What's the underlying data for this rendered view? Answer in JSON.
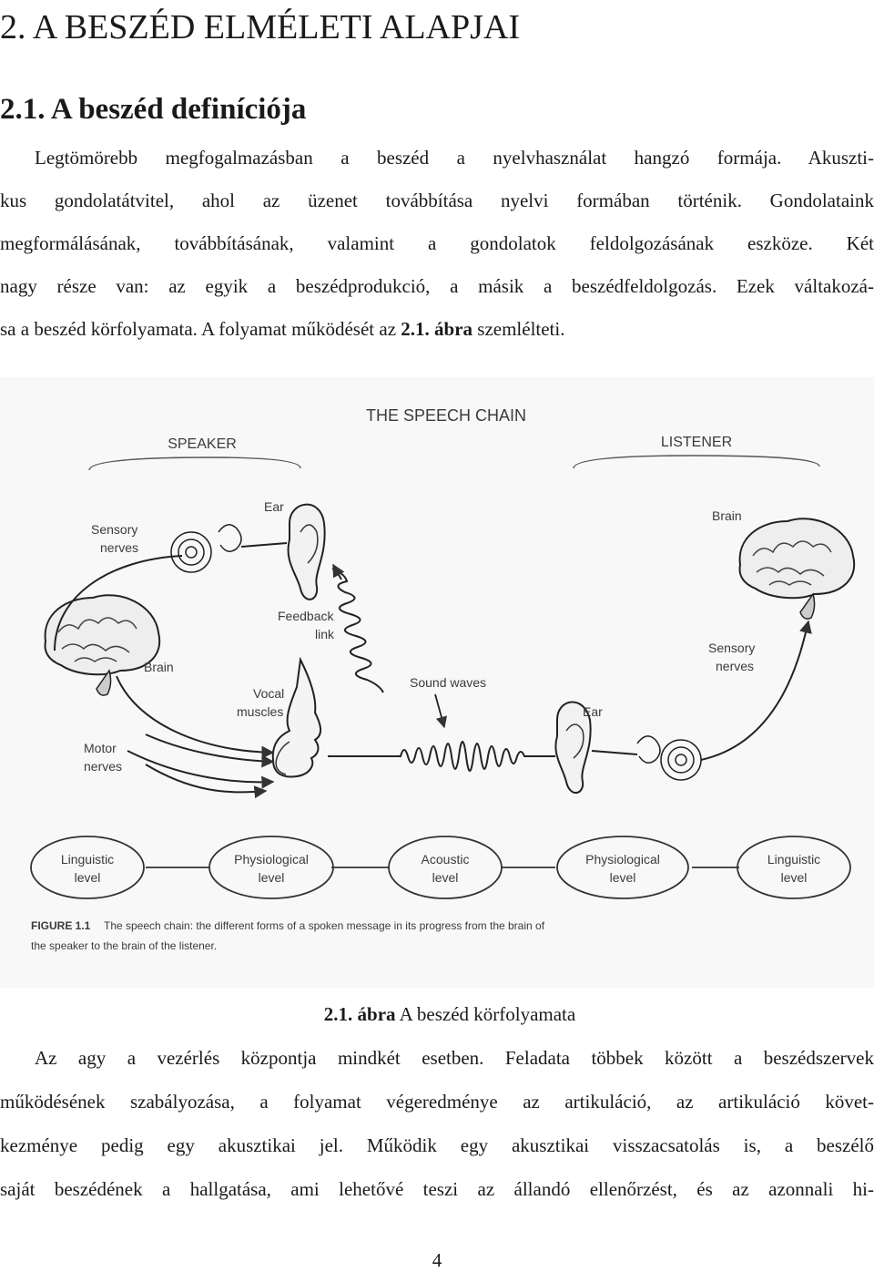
{
  "heading1": "2. A BESZÉD ELMÉLETI ALAPJAI",
  "heading2": "2.1. A beszéd definíciója",
  "para1_lines": [
    "Legtömörebb megfogalmazásban a beszéd a nyelvhasználat hangzó formája. Akuszti-",
    "kus gondolatátvitel, ahol az üzenet továbbítása nyelvi formában történik. Gondolataink",
    "megformálásának, továbbításának, valamint a gondolatok feldolgozásának eszköze. Két",
    "nagy része van: az egyik a beszédprodukció, a másik a beszédfeldolgozás. Ezek váltakozá-"
  ],
  "para1_last": {
    "pre": "sa a beszéd körfolyamata. A folyamat működését az ",
    "bold": "2.1. ábra",
    "post": " szemlélteti."
  },
  "figure": {
    "title": "THE SPEECH CHAIN",
    "speaker": "SPEAKER",
    "listener": "LISTENER",
    "labels": {
      "ear_top": "Ear",
      "sensory_left_1": "Sensory",
      "sensory_left_2": "nerves",
      "brain_right": "Brain",
      "feedback_1": "Feedback",
      "feedback_2": "link",
      "brain_left": "Brain",
      "sensory_right_1": "Sensory",
      "sensory_right_2": "nerves",
      "vocal_1": "Vocal",
      "vocal_2": "muscles",
      "sound_waves": "Sound waves",
      "ear_bottom": "Ear",
      "motor_1": "Motor",
      "motor_2": "nerves"
    },
    "levels": [
      [
        "Linguistic",
        "level"
      ],
      [
        "Physiological",
        "level"
      ],
      [
        "Acoustic",
        "level"
      ],
      [
        "Physiological",
        "level"
      ],
      [
        "Linguistic",
        "level"
      ]
    ],
    "figure_label": "FIGURE 1.1",
    "figure_caption_1": "The speech chain: the different forms of a spoken message in its progress from the brain of",
    "figure_caption_2": "the speaker to the brain of the listener."
  },
  "caption": {
    "bold": "2.1. ábra",
    "text": " A beszéd körfolyamata"
  },
  "para2_lines": [
    "Az agy a vezérlés központja mindkét esetben. Feladata többek között a beszédszervek",
    "működésének szabályozása, a folyamat végeredménye az artikuláció, az artikuláció követ-",
    "kezménye pedig egy akusztikai jel. Működik egy akusztikai visszacsatolás is, a beszélő",
    "saját beszédének a hallgatása, ami lehetővé teszi az állandó ellenőrzést, és az azonnali hi-"
  ],
  "page_number": "4"
}
